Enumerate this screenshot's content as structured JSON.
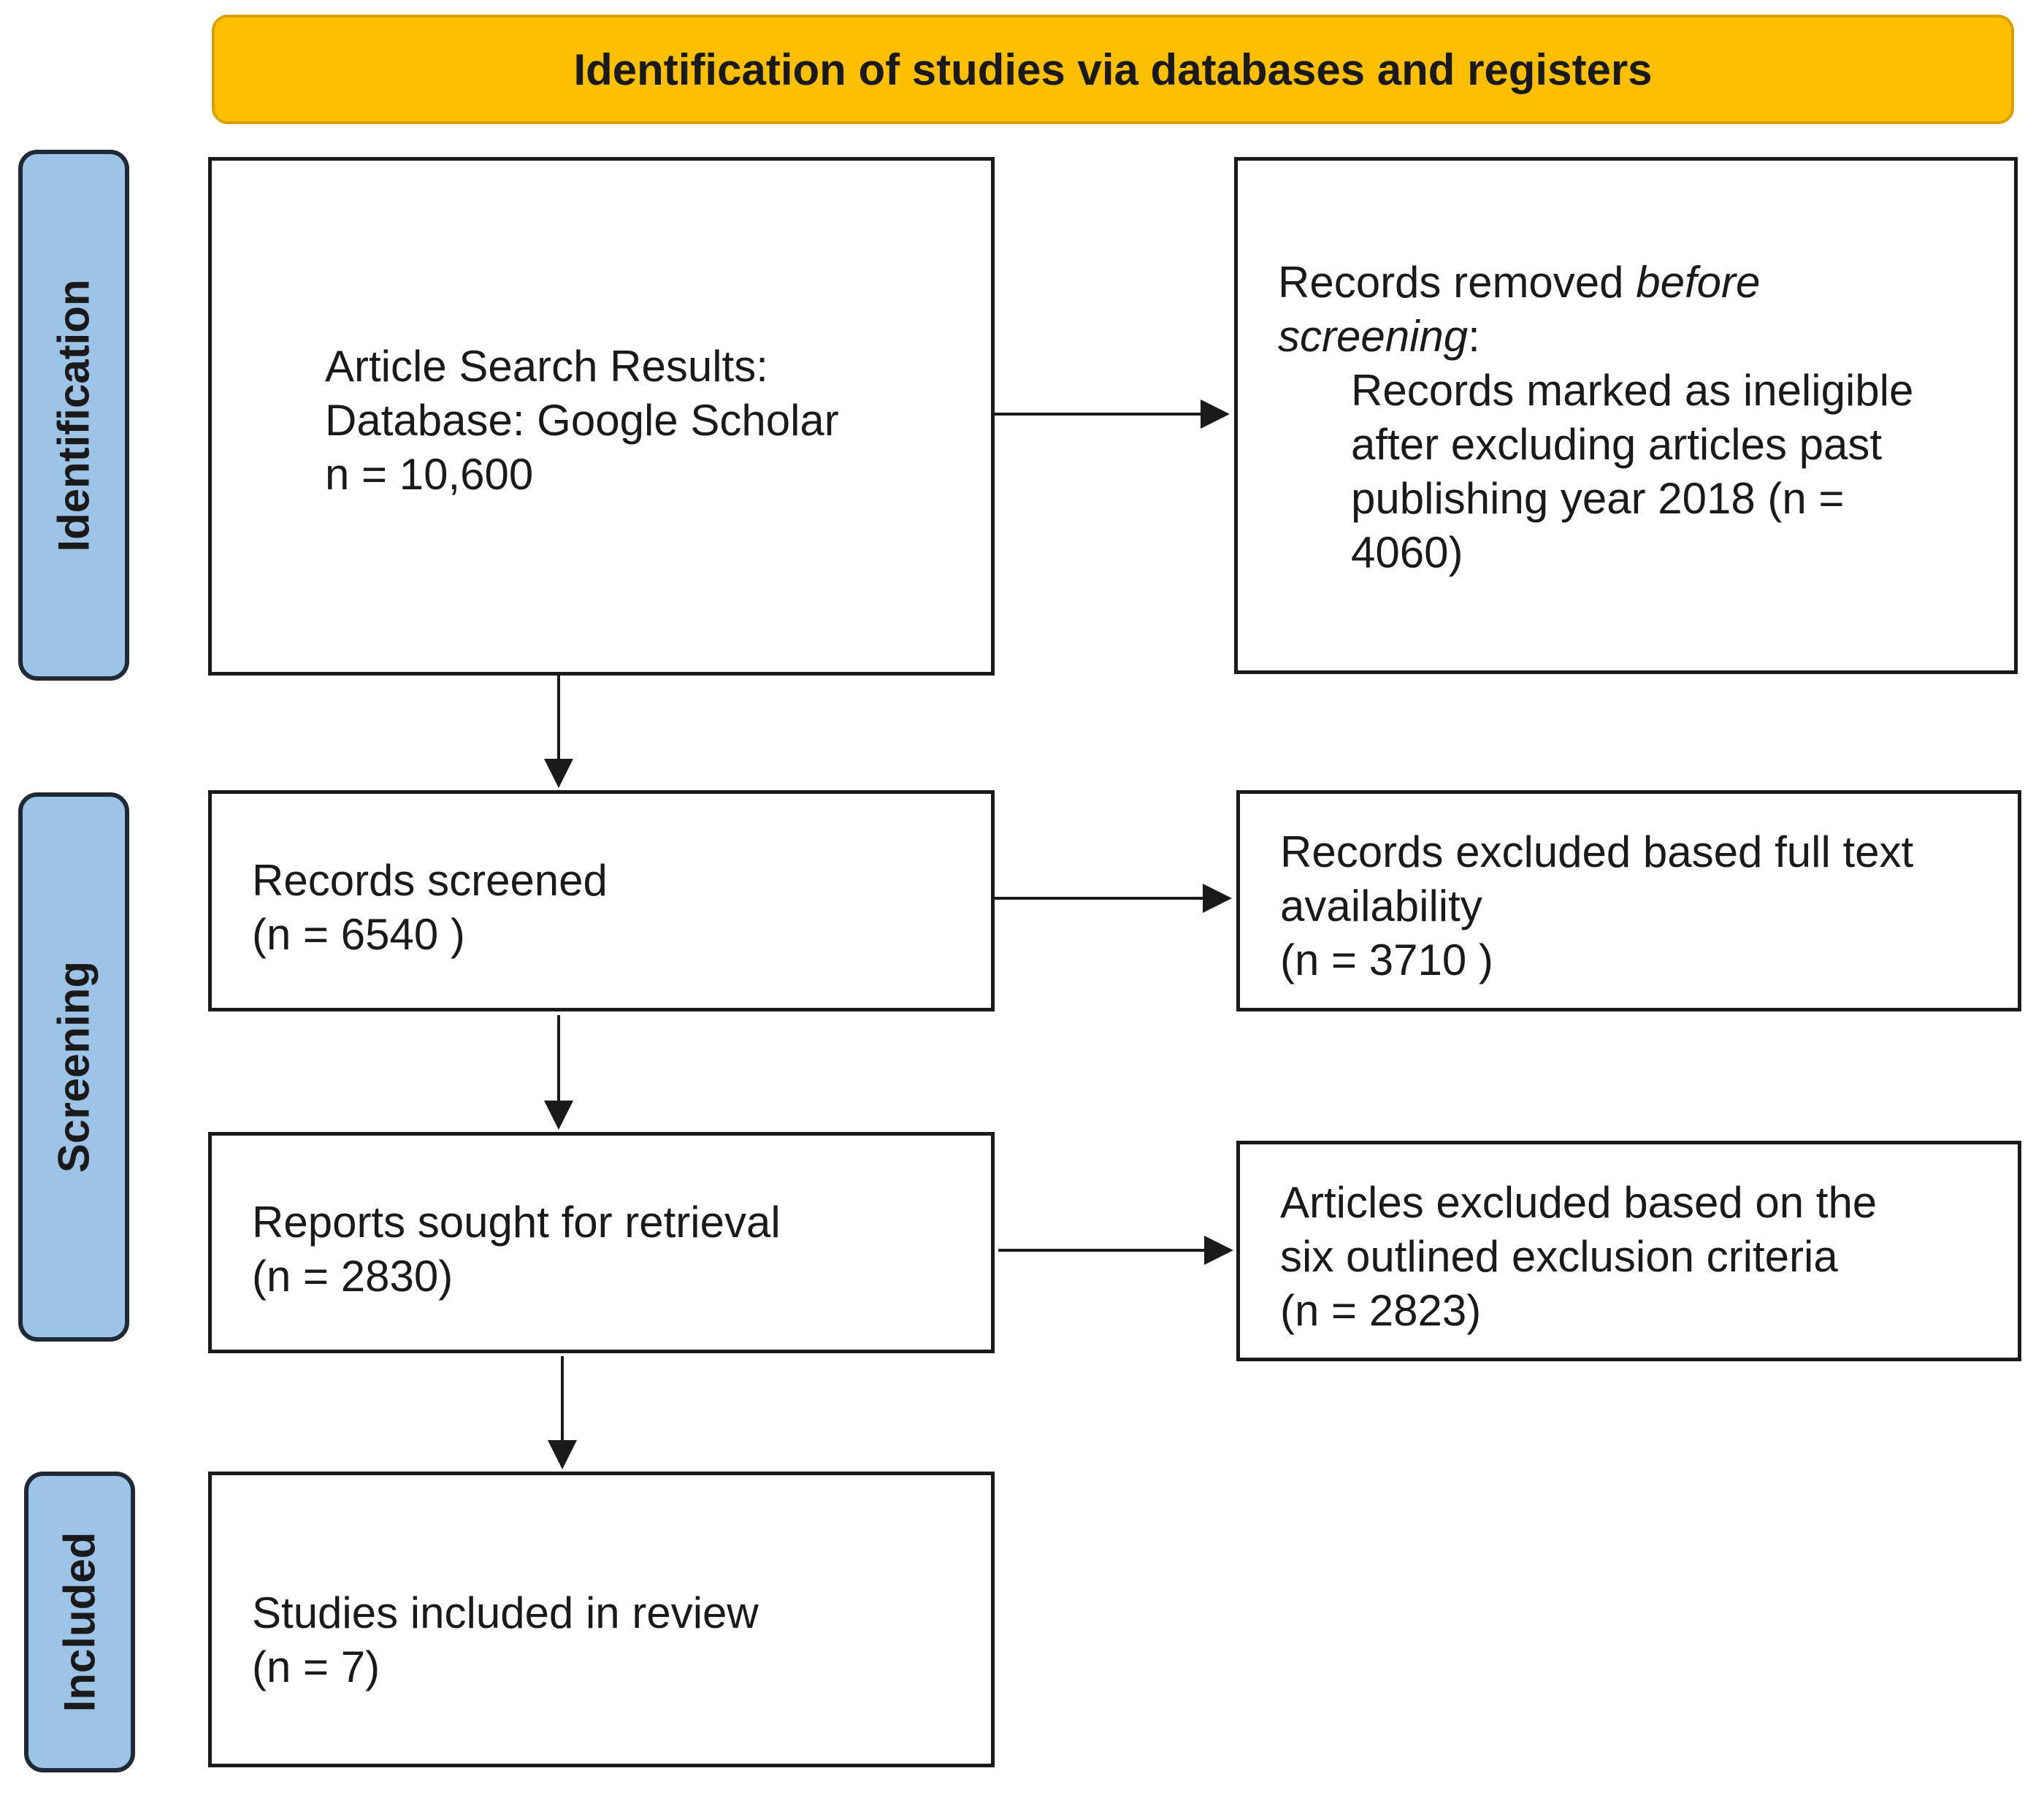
{
  "header": {
    "title": "Identification of studies via databases and registers"
  },
  "phases": {
    "identification": "Identification",
    "screening": "Screening",
    "included": "Included"
  },
  "boxes": {
    "search": {
      "line1": "Article Search Results:",
      "line2": "Database: Google Scholar",
      "line3": "n = 10,600"
    },
    "removed": {
      "line1_a": "Records removed ",
      "line1_b": "before",
      "line2_a": "screening",
      "line2_b": ":",
      "line3": "Records marked as ineligible",
      "line4": "after excluding articles past",
      "line5": "publishing year 2018 (n =",
      "line6": "4060)"
    },
    "screened": {
      "line1": "Records screened",
      "line2": "(n =  6540  )"
    },
    "excluded_fulltext": {
      "line1": "Records excluded based full text",
      "line2": "availability",
      "line3": "(n = 3710 )"
    },
    "retrieval": {
      "line1": "Reports sought for retrieval",
      "line2": "(n = 2830)"
    },
    "excluded_criteria": {
      "line1": "Articles excluded  based on the",
      "line2": "six outlined exclusion criteria",
      "line3": "(n = 2823)"
    },
    "included": {
      "line1": "Studies included in review",
      "line2": "(n = 7)"
    }
  }
}
